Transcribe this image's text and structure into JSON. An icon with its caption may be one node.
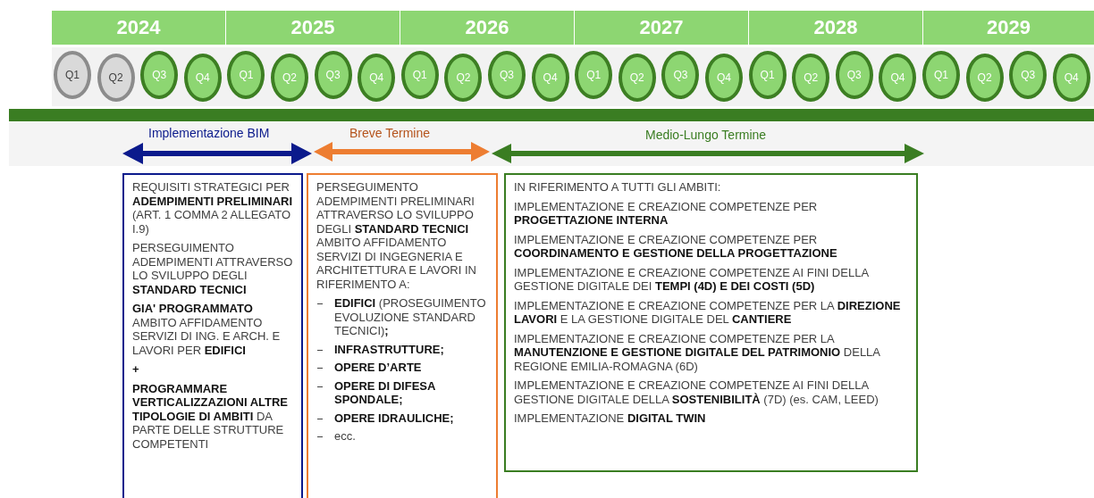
{
  "diagram": {
    "nodes": [
      {
        "text": [
          "2024"
        ]
      },
      {
        "text": [
          "2025"
        ]
      },
      {
        "text": [
          "2026"
        ]
      },
      {
        "text": [
          "2027"
        ]
      },
      {
        "text": [
          "2028"
        ]
      },
      {
        "text": [
          "2029"
        ]
      },
      {
        "text": [
          "Q1"
        ]
      },
      {
        "text": [
          "Q2"
        ]
      },
      {
        "text": [
          "Q3"
        ]
      },
      {
        "text": [
          "Q4"
        ]
      },
      {
        "text": [
          "Q1"
        ]
      },
      {
        "text": [
          "Q2"
        ]
      },
      {
        "text": [
          "Q3"
        ]
      },
      {
        "text": [
          "Q4"
        ]
      },
      {
        "text": [
          "Q1"
        ]
      },
      {
        "text": [
          "Q2"
        ]
      },
      {
        "text": [
          "Q3"
        ]
      },
      {
        "text": [
          "Q4"
        ]
      },
      {
        "text": [
          "Q1"
        ]
      },
      {
        "text": [
          "Q2"
        ]
      },
      {
        "text": [
          "Q3"
        ]
      },
      {
        "text": [
          "Q4"
        ]
      },
      {
        "text": [
          "Q1"
        ]
      },
      {
        "text": [
          "Q2"
        ]
      },
      {
        "text": [
          "Q3"
        ]
      },
      {
        "text": [
          "Q4"
        ]
      },
      {
        "text": [
          "Q1"
        ]
      },
      {
        "text": [
          "Q2"
        ]
      },
      {
        "text": [
          "Q3"
        ]
      },
      {
        "text": [
          "Q4"
        ]
      },
      {
        "text": [
          "REQUISITI STRATEGICI PER **ADEMPIMENTI PRELIMINARI** (ART. 1 COMMA 2 ALLEGATO I.9)",
          "PERSEGUIMENTO ADEMPIMENTI ATTRAVERSO LO SVILUPPO DEGLI **STANDARD TECNICI**",
          "**GIA' PROGRAMMATO** AMBITO AFFIDAMENTO SERVIZI DI ING. E ARCH. E LAVORI PER **EDIFICI**",
          "+",
          "**PROGRAMMARE VERTICALIZZAZIONI ALTRE TIPOLOGIE DI AMBITI** DA PARTE DELLE STRUTTURE COMPETENTI"
        ]
      },
      {
        "text": [
          "PERSEGUIMENTO ADEMPIMENTI PRELIMINARI ATTRAVERSO LO SVILUPPO DEGLI **STANDARD TECNICI** AMBITO AFFIDAMENTO SERVIZI DI INGEGNERIA E ARCHITETTURA E LAVORI IN RIFERIMENTO A:",
          "**EDIFICI** (PROSEGUIMENTO EVOLUZIONE STANDARD TECNICI)**;**",
          "INFRASTRUTTURE;",
          "OPERE D’ARTE",
          "OPERE DI DIFESA SPONDALE;",
          "OPERE IDRAULICHE;",
          "ecc."
        ]
      },
      {
        "text": [
          "IN RIFERIMENTO A TUTTI GLI AMBITI:",
          "IMPLEMENTAZIONE E CREAZIONE COMPETENZE PER **PROGETTAZIONE INTERNA**",
          "IMPLEMENTAZIONE E CREAZIONE COMPETENZE PER **COORDINAMENTO E GESTIONE DELLA PROGETTAZIONE**",
          "IMPLEMENTAZIONE E CREAZIONE COMPETENZE AI FINI DELLA GESTIONE DIGITALE DEI **TEMPI (4D) E DEI COSTI (5D)**",
          "IMPLEMENTAZIONE E CREAZIONE COMPETENZE PER LA **DIREZIONE LAVORI** E LA GESTIONE DIGITALE DEL **CANTIERE**",
          "IMPLEMENTAZIONE E CREAZIONE COMPETENZE PER LA **MANUTENZIONE E GESTIONE DIGITALE DEL PATRIMONIO** DELLA REGIONE EMILIA-ROMAGNA (6D)",
          "IMPLEMENTAZIONE E CREAZIONE COMPETENZE AI FINI DELLA GESTIONE DIGITALE DELLA **SOSTENIBILITÀ** (7D) (es. CAM, LEED)",
          "IMPLEMENTAZIONE **DIGITAL TWIN**"
        ]
      }
    ],
    "labels": [
      "Implementazione BIM",
      "Breve Termine",
      "Medio-Lungo Termine"
    ]
  }
}
